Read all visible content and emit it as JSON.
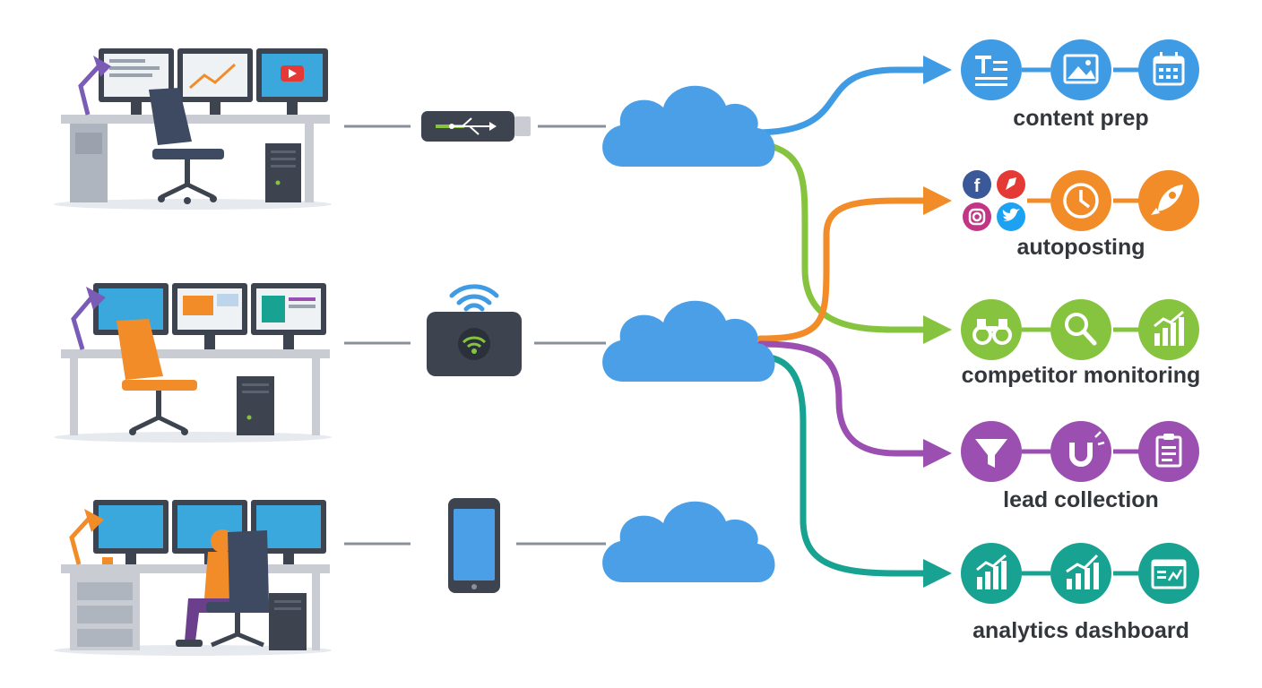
{
  "colors": {
    "cloud": "#4a9fe6",
    "blue": "#3f9be3",
    "orange": "#f28c28",
    "green": "#86c440",
    "purple": "#9b4fb0",
    "teal": "#18a291",
    "connector": "#8a9099",
    "dark": "#3d4450",
    "screen": "#3aa8dc",
    "desk": "#c9cdd3"
  },
  "workstations": [
    {
      "device": "usb-stick-icon"
    },
    {
      "device": "wifi-router-icon"
    },
    {
      "device": "smartphone-icon"
    }
  ],
  "outputs": [
    {
      "label": "content prep",
      "color": "blue",
      "icons": [
        "text-document-icon",
        "image-icon",
        "calendar-icon"
      ]
    },
    {
      "label": "autoposting",
      "color": "orange",
      "icons": [
        "social-networks-icon",
        "clock-icon",
        "rocket-icon"
      ]
    },
    {
      "label": "competitor monitoring",
      "color": "green",
      "icons": [
        "binoculars-icon",
        "magnifier-icon",
        "growth-chart-icon"
      ]
    },
    {
      "label": "lead collection",
      "color": "purple",
      "icons": [
        "funnel-icon",
        "magnet-icon",
        "clipboard-icon"
      ]
    },
    {
      "label": "analytics dashboard",
      "color": "teal",
      "icons": [
        "bar-chart-icon",
        "trend-chart-icon",
        "dashboard-icon"
      ]
    }
  ],
  "social_letters": {
    "facebook": "f"
  }
}
